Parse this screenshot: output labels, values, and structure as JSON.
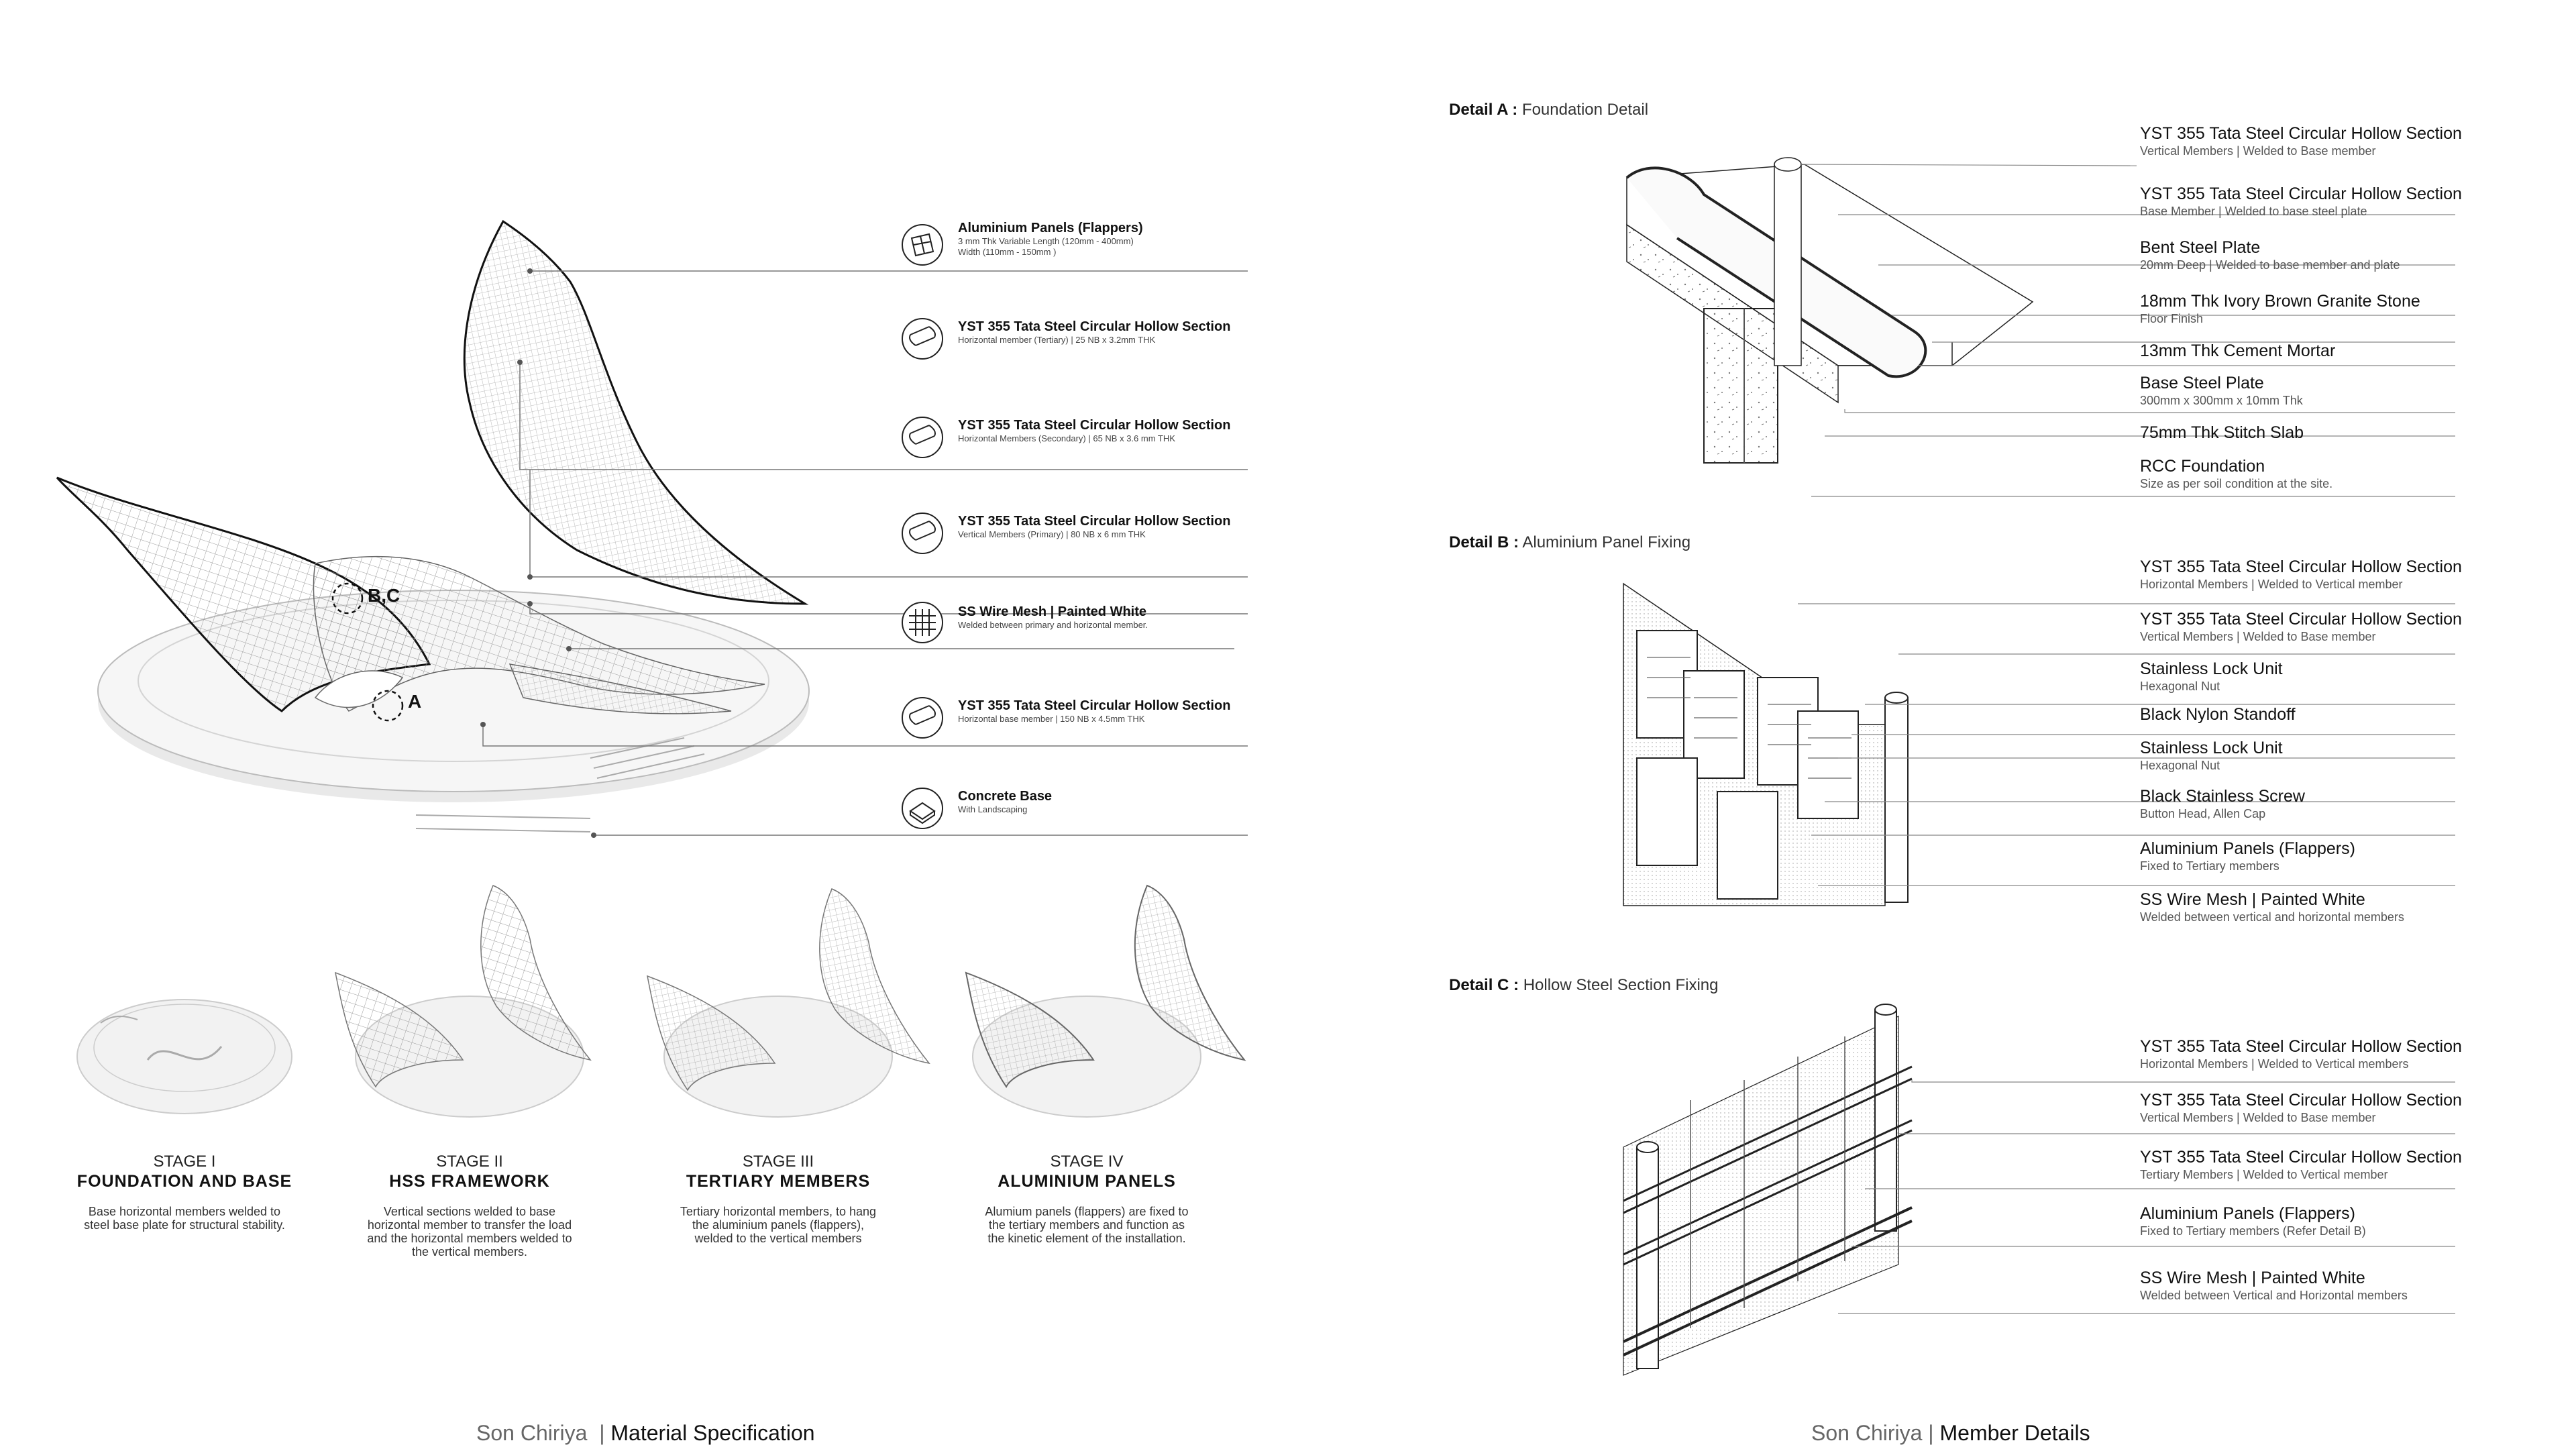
{
  "left_labels": [
    {
      "title": "Aluminium Panels (Flappers)",
      "sub1": "3 mm Thk Variable Length (120mm - 400mm)",
      "sub2": "Width (110mm - 150mm )",
      "icon": "panel-icon"
    },
    {
      "title": "YST 355 Tata Steel Circular Hollow Section",
      "sub1": "Horizontal member (Tertiary) | 25 NB x 3.2mm THK",
      "sub2": "",
      "icon": "tube-icon"
    },
    {
      "title": "YST 355 Tata Steel Circular Hollow Section",
      "sub1": "Horizontal Members (Secondary) | 65 NB x 3.6 mm THK",
      "sub2": "",
      "icon": "tube-icon"
    },
    {
      "title": "YST 355 Tata Steel Circular Hollow Section",
      "sub1": "Vertical Members (Primary) | 80 NB x 6 mm THK",
      "sub2": "",
      "icon": "tube-icon"
    },
    {
      "title": "SS Wire Mesh | Painted White",
      "sub1": "Welded between primary and horizontal member.",
      "sub2": "",
      "icon": "mesh-icon"
    },
    {
      "title": "YST 355 Tata Steel Circular Hollow Section",
      "sub1": "Horizontal base member | 150 NB x 4.5mm THK",
      "sub2": "",
      "icon": "tube-icon"
    },
    {
      "title": "Concrete Base",
      "sub1": "With Landscaping",
      "sub2": "",
      "icon": "base-icon"
    }
  ],
  "callouts": {
    "bc": "B,C",
    "a": "A"
  },
  "stages": [
    {
      "num": "STAGE I",
      "name": "FOUNDATION AND BASE",
      "desc": [
        "Base horizontal members welded to",
        "steel base plate for structural stability."
      ]
    },
    {
      "num": "STAGE II",
      "name": "HSS FRAMEWORK",
      "desc": [
        "Vertical sections welded to base",
        "horizontal member to transfer the load",
        "and the horizontal members welded to",
        "the vertical members."
      ]
    },
    {
      "num": "STAGE III",
      "name": "TERTIARY MEMBERS",
      "desc": [
        "Tertiary horizontal members, to hang",
        "the aluminium panels (flappers),",
        "welded to the vertical members"
      ]
    },
    {
      "num": "STAGE IV",
      "name": "ALUMINIUM PANELS",
      "desc": [
        "Alumium panels (flappers) are fixed to",
        "the tertiary members and function as",
        "the kinetic element of the installation."
      ]
    }
  ],
  "footer_left": {
    "project": "Son Chiriya",
    "section": "Material Specification"
  },
  "footer_right": {
    "project": "Son Chiriya",
    "section": "Member Details"
  },
  "details": [
    {
      "key": "Detail A :",
      "name": "Foundation Detail",
      "items": [
        {
          "title": "YST 355 Tata Steel Circular Hollow Section",
          "sub": "Vertical Members | Welded to Base member"
        },
        {
          "title": "YST 355 Tata Steel Circular Hollow Section",
          "sub": "Base Member | Welded to base steel plate"
        },
        {
          "title": "Bent Steel Plate",
          "sub": "20mm Deep | Welded to base member and plate"
        },
        {
          "title": "18mm Thk Ivory Brown Granite Stone",
          "sub": "Floor Finish"
        },
        {
          "title": "13mm Thk Cement Mortar",
          "sub": ""
        },
        {
          "title": "Base Steel Plate",
          "sub": "300mm x 300mm x 10mm Thk"
        },
        {
          "title": "75mm Thk Stitch Slab",
          "sub": ""
        },
        {
          "title": "RCC Foundation",
          "sub": "Size as per soil condition at the site."
        }
      ]
    },
    {
      "key": "Detail B :",
      "name": "Aluminium Panel Fixing",
      "items": [
        {
          "title": "YST 355 Tata Steel Circular Hollow Section",
          "sub": "Horizontal Members | Welded to Vertical member"
        },
        {
          "title": "YST 355 Tata Steel Circular Hollow Section",
          "sub": "Vertical Members | Welded to Base member"
        },
        {
          "title": "Stainless Lock Unit",
          "sub": "Hexagonal Nut"
        },
        {
          "title": "Black Nylon Standoff",
          "sub": ""
        },
        {
          "title": "Stainless Lock Unit",
          "sub": "Hexagonal Nut"
        },
        {
          "title": "Black Stainless Screw",
          "sub": "Button Head, Allen Cap"
        },
        {
          "title": "Aluminium Panels (Flappers)",
          "sub": "Fixed to Tertiary members"
        },
        {
          "title": "SS Wire Mesh | Painted White",
          "sub": "Welded between vertical and horizontal members"
        }
      ]
    },
    {
      "key": "Detail C :",
      "name": "Hollow Steel Section Fixing",
      "items": [
        {
          "title": "YST 355 Tata Steel Circular Hollow Section",
          "sub": "Horizontal Members | Welded to Vertical members"
        },
        {
          "title": "YST 355 Tata Steel Circular Hollow Section",
          "sub": "Vertical Members | Welded to Base member"
        },
        {
          "title": "YST 355 Tata Steel Circular Hollow Section",
          "sub": "Tertiary Members | Welded to Vertical member"
        },
        {
          "title": "Aluminium Panels (Flappers)",
          "sub": "Fixed to Tertiary members (Refer Detail B)"
        },
        {
          "title": "SS Wire Mesh | Painted White",
          "sub": "Welded between Vertical and Horizontal members"
        }
      ]
    }
  ]
}
